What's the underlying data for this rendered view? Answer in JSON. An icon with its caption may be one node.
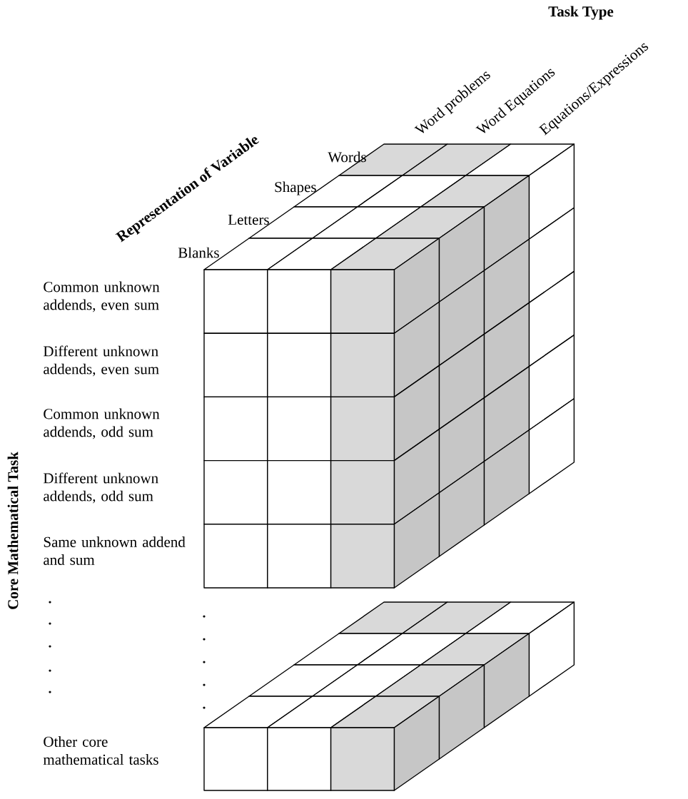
{
  "diagram": {
    "labels": [
      "Task Type",
      "Word problems",
      "Word Equations",
      "Equations/Expressions",
      "Representation of Variable",
      "Words",
      "Shapes",
      "Letters",
      "Blanks",
      "Common unknown addends, even sum",
      "Different unknown addends, even sum",
      "Common unknown addends, odd sum",
      "Different unknown addends, odd sum",
      "Same unknown addend and sum",
      "Core Mathematical Task",
      "Other core mathematical tasks"
    ]
  }
}
